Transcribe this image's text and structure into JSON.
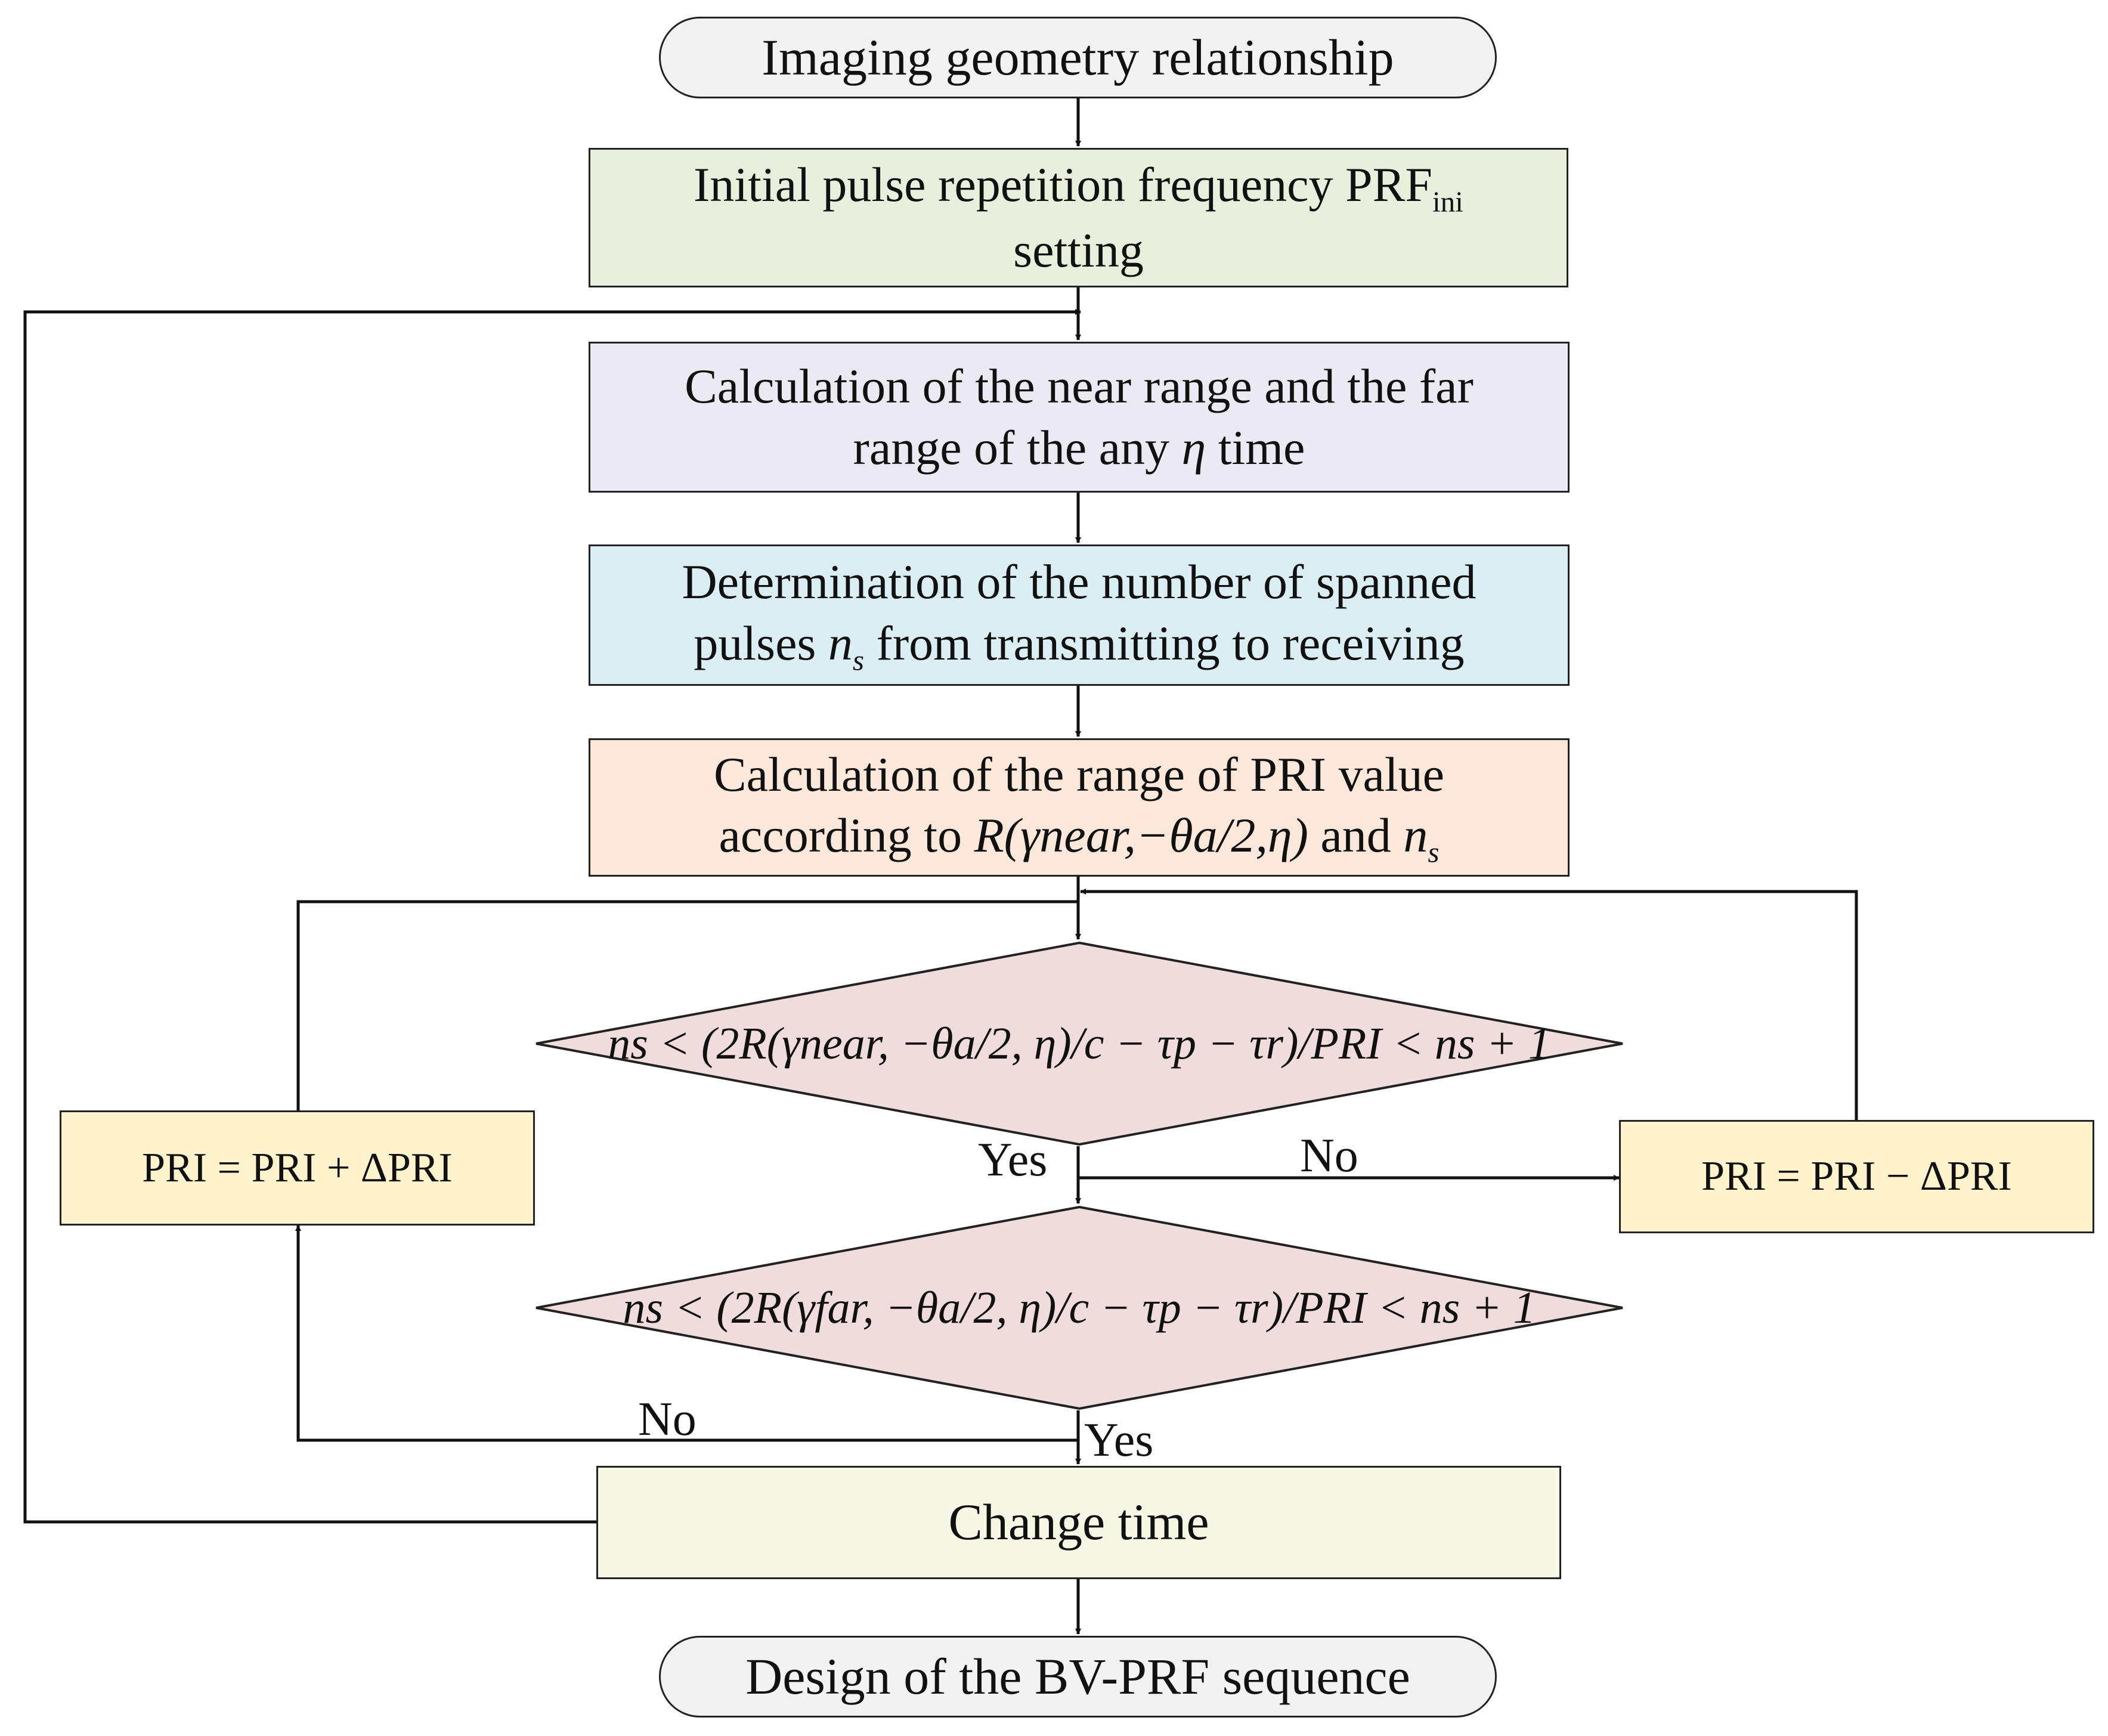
{
  "nodes": {
    "start": "Imaging geometry relationship",
    "prf_init": {
      "line1": "Initial pulse repetition frequency PRF",
      "line1_sub": "ini",
      "line2": "setting"
    },
    "near_far": {
      "line1": "Calculation of the near range and the far",
      "line2_pre": "range of the any ",
      "line2_var": "η",
      "line2_post": " time"
    },
    "spanned": {
      "line1": "Determination of the number of spanned",
      "line2_pre": "pulses ",
      "line2_var": "n",
      "line2_sub": "s",
      "line2_post": " from transmitting to receiving"
    },
    "pri_range": {
      "line1": "Calculation of the range of  PRI value",
      "line2_pre": "according to ",
      "line2_formula": "R(γnear,−θa/2,η)",
      "line2_mid": " and ",
      "line2_var": "n",
      "line2_sub": "s"
    },
    "cond_near": "ns < (2R(γnear, −θa/2, η)/c − τp − τr)/PRI < ns + 1",
    "cond_far": "ns < (2R(γfar, −θa/2, η)/c − τp − τr)/PRI < ns + 1",
    "pri_increase": "PRI = PRI + ΔPRI",
    "pri_decrease": "PRI = PRI − ΔPRI",
    "change_time": "Change time",
    "end": "Design of the BV-PRF sequence"
  },
  "labels": {
    "yes_1": "Yes",
    "no_1": "No",
    "yes_2": "Yes",
    "no_2": "No"
  }
}
